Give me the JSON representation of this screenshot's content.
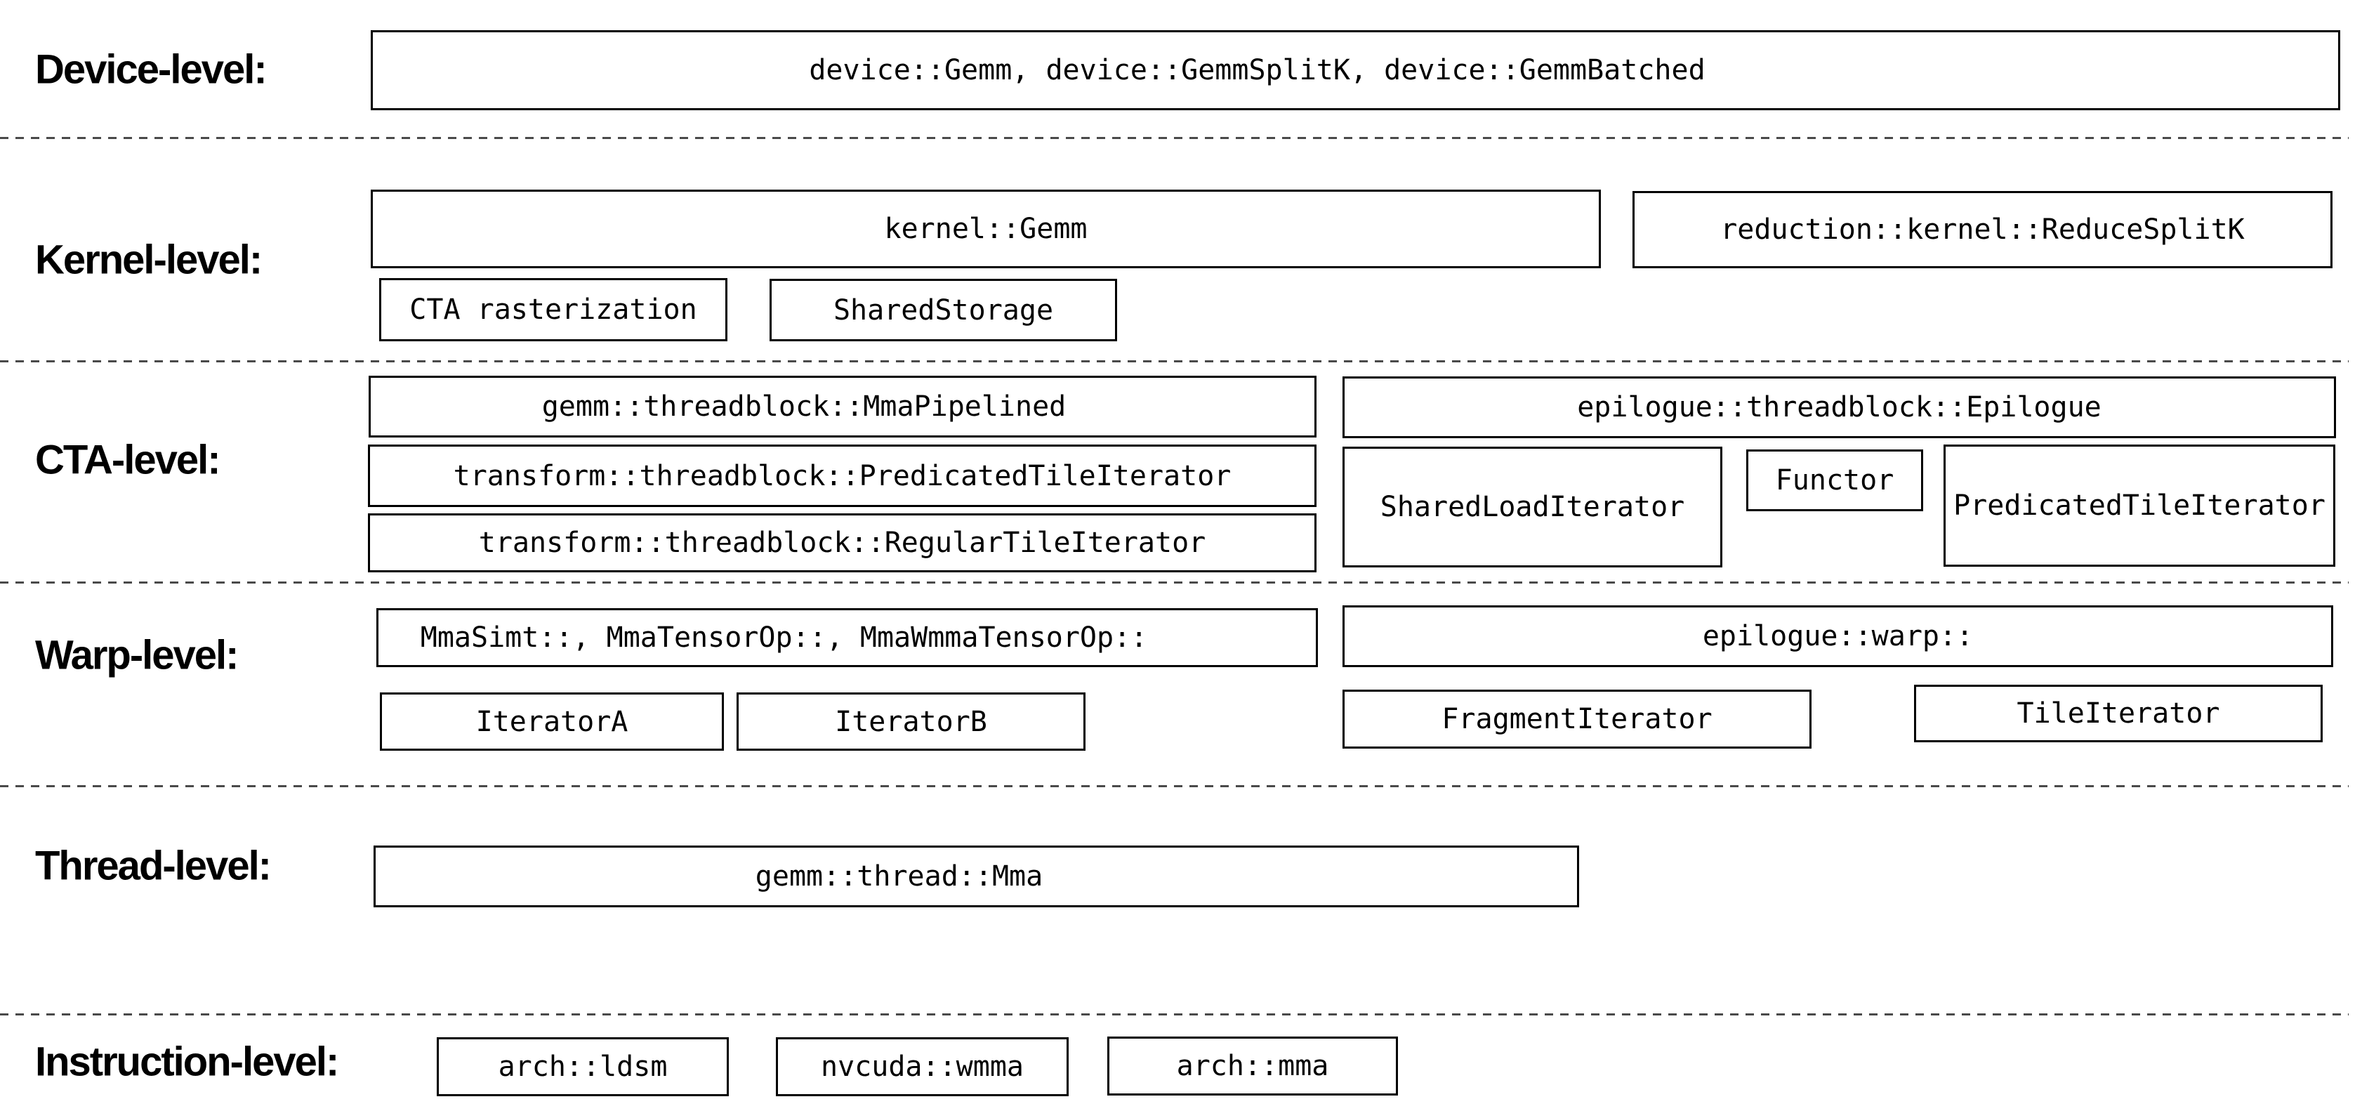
{
  "diagram": {
    "levels": [
      {
        "label": "Device-level:",
        "boxes": [
          {
            "label": "device::Gemm, device::GemmSplitK, device::GemmBatched"
          }
        ]
      },
      {
        "label": "Kernel-level:",
        "boxes": [
          {
            "label": "kernel::Gemm"
          },
          {
            "label": "reduction::kernel::ReduceSplitK"
          },
          {
            "label": "CTA rasterization"
          },
          {
            "label": "SharedStorage"
          }
        ]
      },
      {
        "label": "CTA-level:",
        "boxes": [
          {
            "label": "gemm::threadblock::MmaPipelined"
          },
          {
            "label": "transform::threadblock::PredicatedTileIterator"
          },
          {
            "label": "transform::threadblock::RegularTileIterator"
          },
          {
            "label": "epilogue::threadblock::Epilogue"
          },
          {
            "label": "SharedLoadIterator"
          },
          {
            "label": "Functor"
          },
          {
            "label": "PredicatedTileIterator"
          }
        ]
      },
      {
        "label": "Warp-level:",
        "boxes": [
          {
            "label": "MmaSimt::, MmaTensorOp::, MmaWmmaTensorOp::"
          },
          {
            "label": "epilogue::warp::"
          },
          {
            "label": "IteratorA"
          },
          {
            "label": "IteratorB"
          },
          {
            "label": "FragmentIterator"
          },
          {
            "label": "TileIterator"
          }
        ]
      },
      {
        "label": "Thread-level:",
        "boxes": [
          {
            "label": "gemm::thread::Mma"
          }
        ]
      },
      {
        "label": "Instruction-level:",
        "boxes": [
          {
            "label": "arch::ldsm"
          },
          {
            "label": "nvcuda::wmma"
          },
          {
            "label": "arch::mma"
          }
        ]
      }
    ],
    "colors": {
      "background": "#ffffff",
      "box_border": "#000000",
      "text": "#000000",
      "separator": "#4a4a4a"
    }
  }
}
